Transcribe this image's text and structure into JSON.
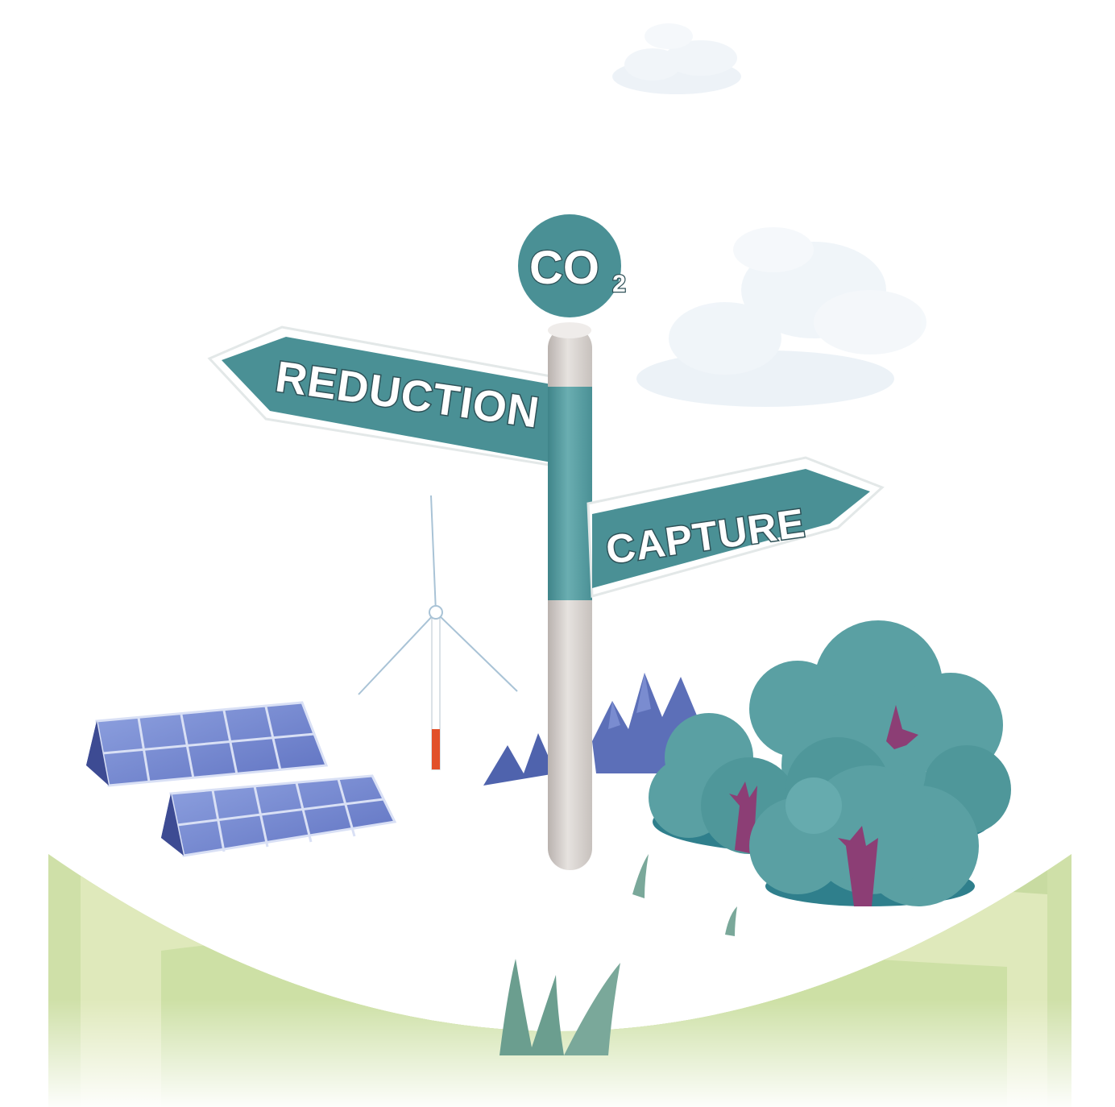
{
  "signpost": {
    "top_label": "CO",
    "top_label_subscript": "2",
    "left_sign": "REDUCTION",
    "right_sign": "CAPTURE"
  },
  "colors": {
    "sign_teal": "#4a9095",
    "sign_outline": "#2e5157",
    "pole_gray": "#d9d4d1",
    "hill_green": "#cfe0a8",
    "hill_light": "#e2ebbe",
    "tree_teal": "#5aa0a3",
    "tree_trunk": "#8c3e75",
    "solar_blue": "#6478c4",
    "mountain_blue": "#5c6fb8",
    "turbine_red": "#e2502a"
  }
}
